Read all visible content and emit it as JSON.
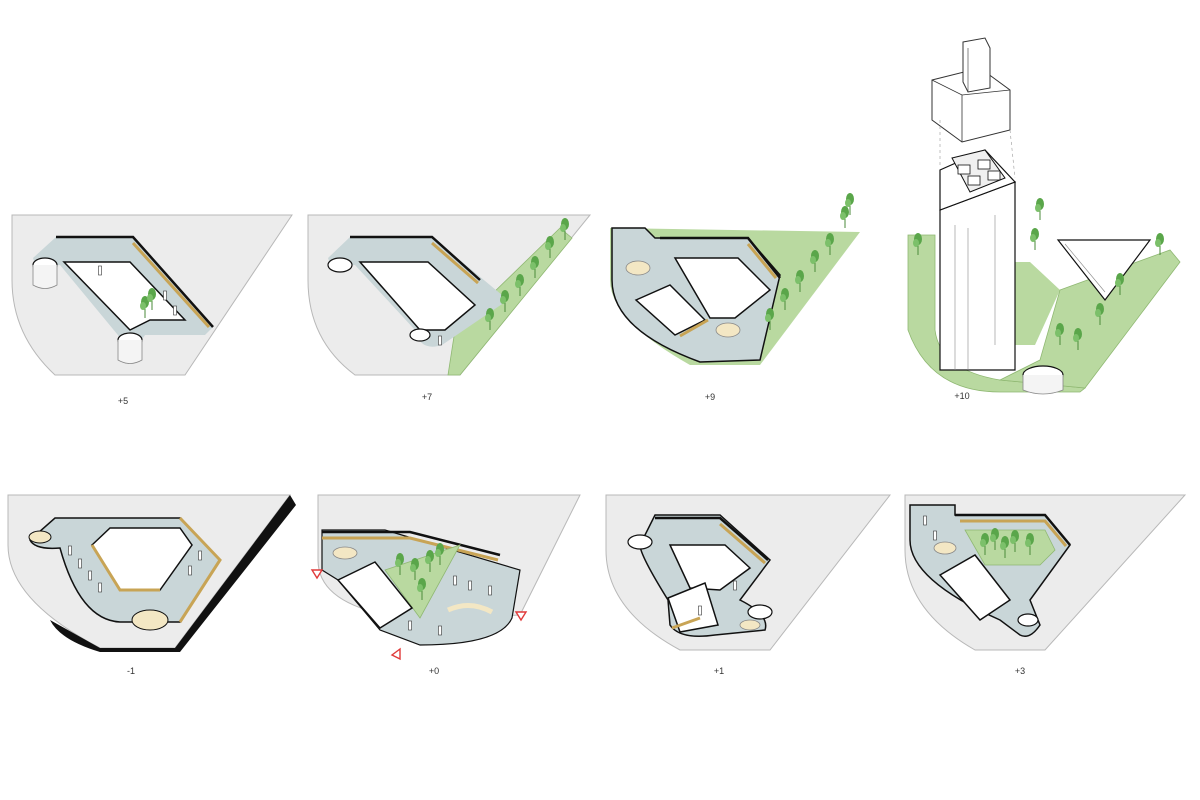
{
  "levels": {
    "l5": {
      "label": "+5"
    },
    "l7": {
      "label": "+7"
    },
    "l9": {
      "label": "+9"
    },
    "l10": {
      "label": "+10"
    },
    "lm1": {
      "label": "-1"
    },
    "l0": {
      "label": "+0"
    },
    "l1": {
      "label": "+1"
    },
    "l3": {
      "label": "+3"
    }
  },
  "colors": {
    "slab": "#ececec",
    "slab_edge": "#b8b8b8",
    "wall": "#111111",
    "wood": "#c8a455",
    "floor": "#c9d6d8",
    "green": "#b9d9a0",
    "tree": "#5aa64a",
    "tower": "#ffffff",
    "entrance": "#e03a3a"
  }
}
